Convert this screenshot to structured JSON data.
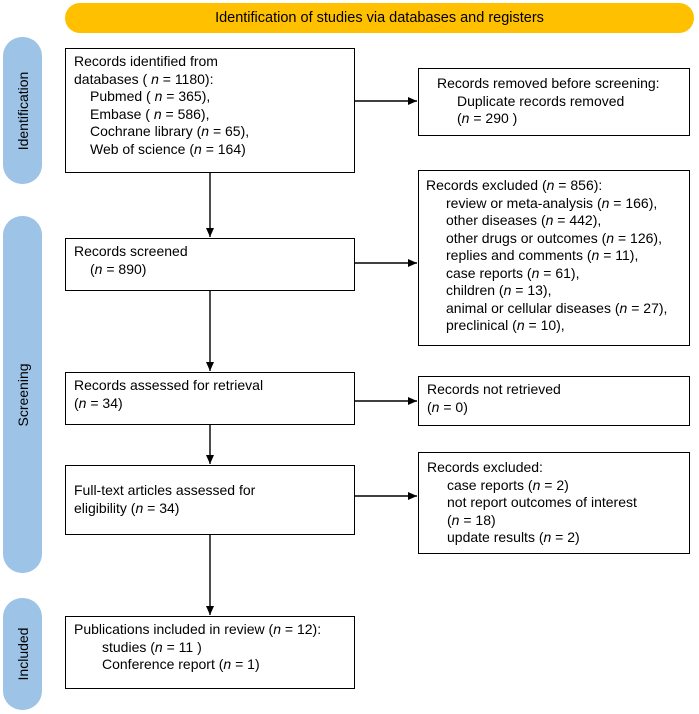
{
  "banner": {
    "title": "Identification of studies via databases and registers"
  },
  "stages": {
    "identification": "Identification",
    "screening": "Screening",
    "included": "Included"
  },
  "boxes": {
    "identified": {
      "line1": "Records identified from",
      "line2_pre": "databases ( ",
      "line2_post": " = 1180):",
      "pubmed_pre": "Pubmed ( ",
      "pubmed_post": " = 365),",
      "embase_pre": "Embase ( ",
      "embase_post": " = 586),",
      "cochrane_pre": "Cochrane library (",
      "cochrane_post": " = 65),",
      "wos_pre": "Web of science (",
      "wos_post": " = 164)"
    },
    "removed": {
      "line1": "Records removed before screening:",
      "line2": "Duplicate records removed",
      "line3_pre": "(",
      "line3_post": " = 290 )"
    },
    "screened": {
      "line1": "Records screened",
      "line2_pre": "(",
      "line2_post": " = 890)"
    },
    "excluded1": {
      "line1_pre": "Records excluded (",
      "line1_post": " = 856):",
      "items": [
        {
          "pre": "review or meta-analysis (",
          "post": " = 166),"
        },
        {
          "pre": "other diseases (",
          "post": " = 442),"
        },
        {
          "pre": "other drugs or  outcomes (",
          "post": " = 126),"
        },
        {
          "pre": "replies and comments (",
          "post": " = 11),"
        },
        {
          "pre": "case reports (",
          "post": " = 61),"
        },
        {
          "pre": "children (",
          "post": " = 13),"
        },
        {
          "pre": "animal or cellular diseases (",
          "post": " = 27),"
        },
        {
          "pre": "preclinical (",
          "post": " = 10),"
        }
      ]
    },
    "retrieval": {
      "line1": "Records assessed for retrieval",
      "line2_pre": "(",
      "line2_post": " = 34)"
    },
    "not_retrieved": {
      "line1": "Records not retrieved",
      "line2_pre": "(",
      "line2_post": " = 0)"
    },
    "fulltext": {
      "line1": "Full-text articles assessed for",
      "line2_pre": "eligibility (",
      "line2_post": " = 34)"
    },
    "excluded2": {
      "line1": "Records excluded:",
      "case_pre": "case reports (",
      "case_post": " = 2)",
      "notreport": "not report outcomes of interest",
      "notreport_n_pre": "(",
      "notreport_n_post": " = 18)",
      "update_pre": "update results (",
      "update_post": " = 2)"
    },
    "included": {
      "line1_pre": "Publications included in review (",
      "line1_post": " = 12):",
      "studies_pre": "studies (",
      "studies_post": " = 11 )",
      "conf_pre": "Conference report (",
      "conf_post": " = 1)"
    }
  },
  "n_symbol": "n"
}
